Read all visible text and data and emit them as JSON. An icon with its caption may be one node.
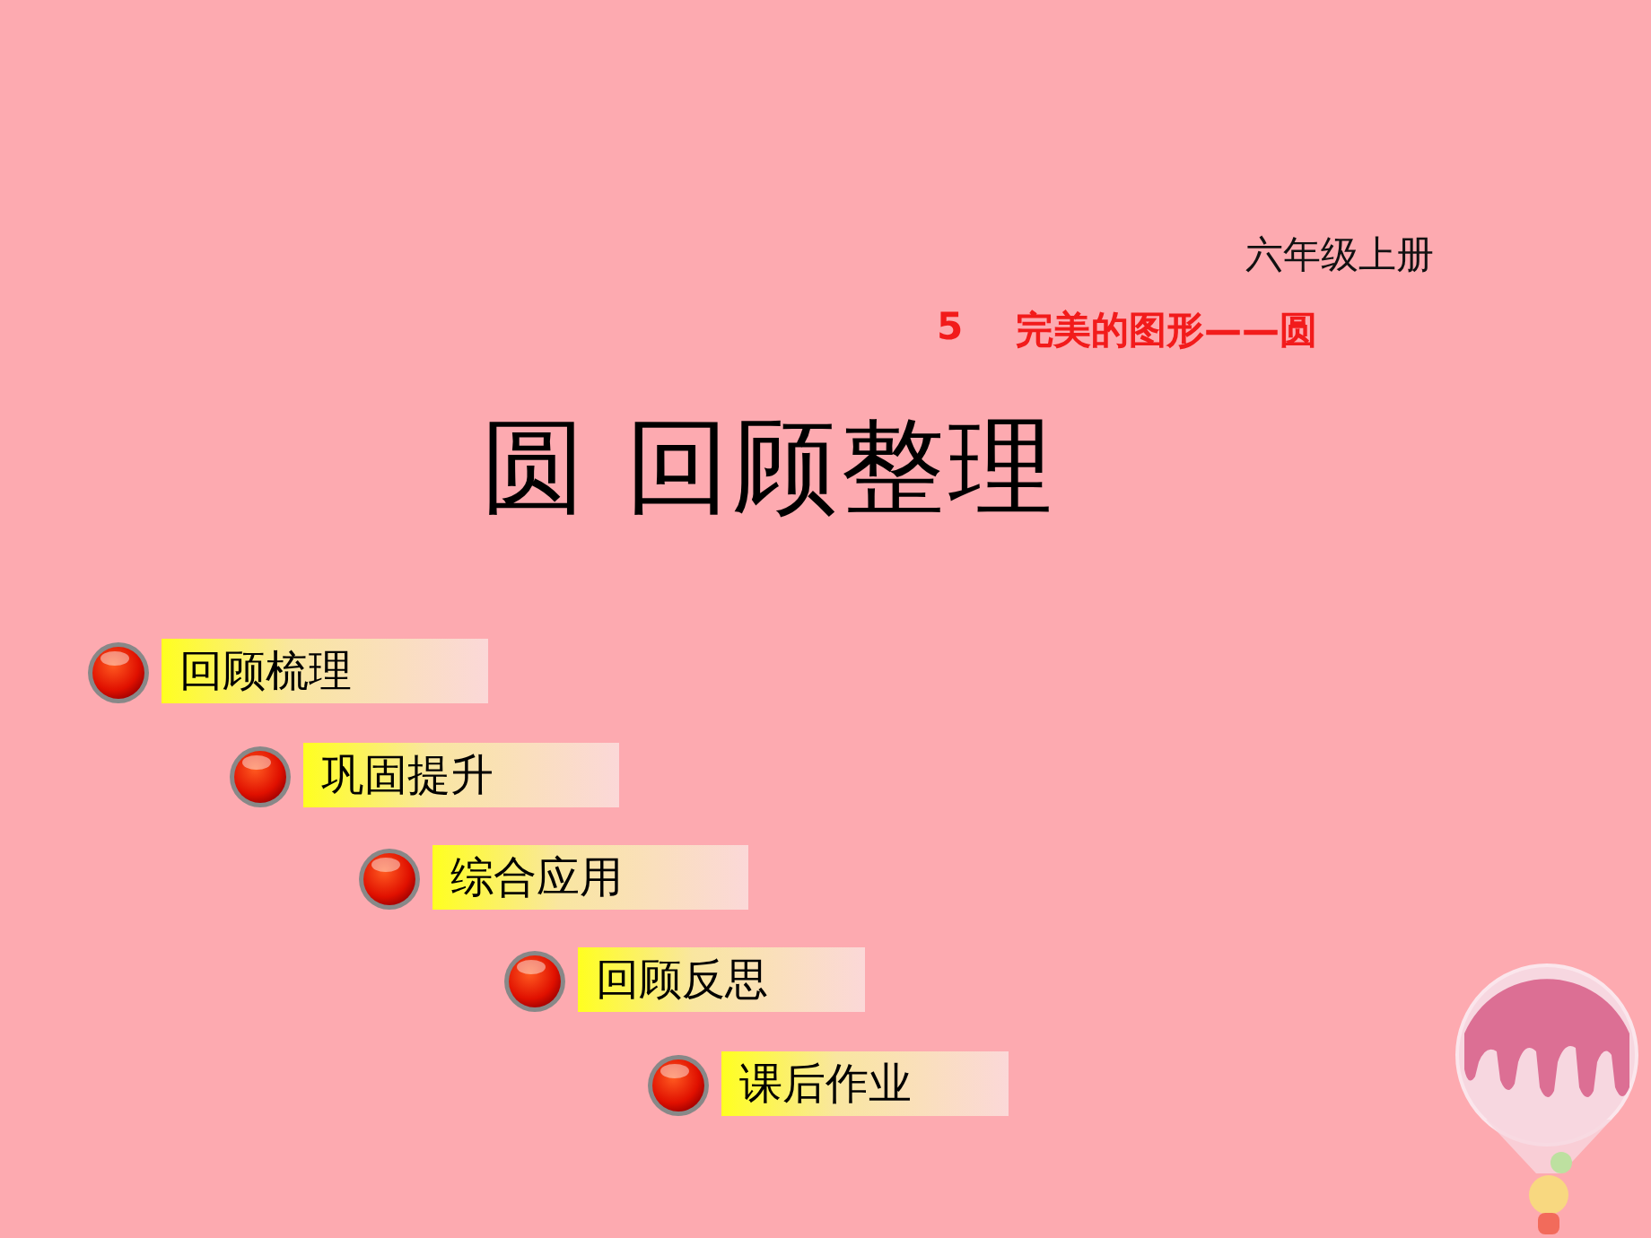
{
  "diagram": {
    "title": "圆 回顾整理",
    "nodes": [
      {
        "text": [
          "回顾梳理"
        ]
      },
      {
        "text": [
          "巩固提升"
        ]
      },
      {
        "text": [
          "综合应用"
        ]
      },
      {
        "text": [
          "回顾反思"
        ]
      },
      {
        "text": [
          "课后作业"
        ]
      }
    ],
    "edges": [],
    "labels": [
      "六年级上册",
      "5",
      "完美的图形——圆"
    ]
  }
}
